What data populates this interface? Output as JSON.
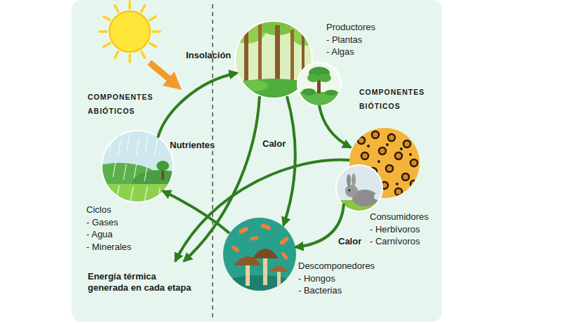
{
  "diagram": {
    "nodes": [
      {
        "text": [
          "Productores",
          "- Plantas",
          "- Algas"
        ]
      },
      {
        "text": [
          "Consumidores",
          "- Herbívoros",
          "- Carnívoros"
        ]
      },
      {
        "text": [
          "Descomponedores",
          "- Hongos",
          "- Bacterias"
        ]
      },
      {
        "text": [
          "Ciclos",
          "- Gases",
          "- Agua",
          "- Minerales"
        ]
      },
      {
        "text": [
          "Energía térmica generada en cada etapa"
        ]
      }
    ],
    "edges": [
      {
        "from": 3,
        "to": 0,
        "label": "Nutrientes",
        "arrow": "to"
      },
      {
        "from": 0,
        "to": 1,
        "arrow": "to"
      },
      {
        "from": 0,
        "to": 2,
        "arrow": "to"
      },
      {
        "from": 0,
        "to": 4,
        "label": "Calor",
        "arrow": "to"
      },
      {
        "from": 1,
        "to": 4,
        "arrow": "to"
      },
      {
        "from": 1,
        "to": 2,
        "label": "Calor",
        "arrow": "to"
      },
      {
        "from": 2,
        "to": 3,
        "arrow": "to"
      }
    ],
    "labels": [
      "Insolación",
      "COMPONENTES ABIÓTICOS",
      "COMPONENTES BIÓTICOS"
    ]
  }
}
